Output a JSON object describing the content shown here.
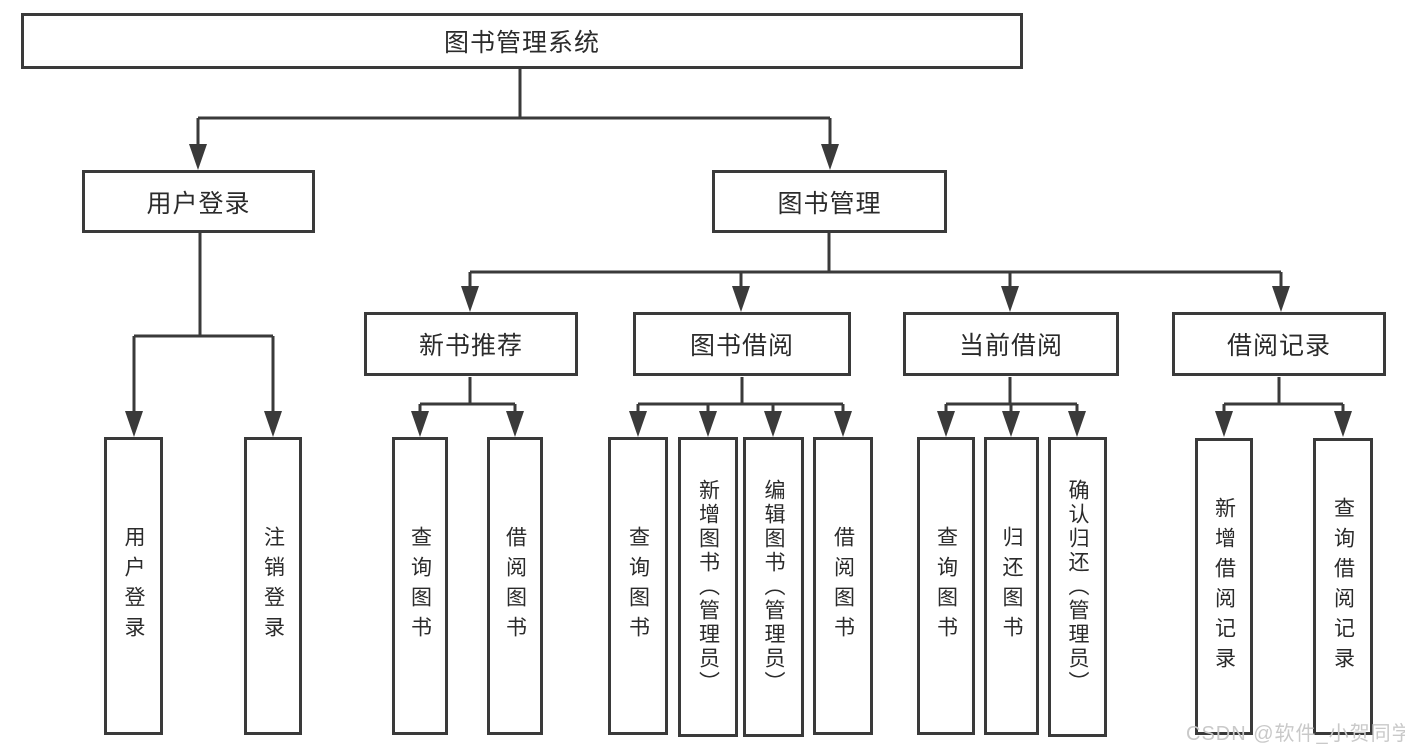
{
  "diagram": {
    "root": {
      "label": "图书管理系统"
    },
    "level2": [
      {
        "label": "用户登录"
      },
      {
        "label": "图书管理"
      }
    ],
    "level3": [
      {
        "label": "新书推荐"
      },
      {
        "label": "图书借阅"
      },
      {
        "label": "当前借阅"
      },
      {
        "label": "借阅记录"
      }
    ],
    "leafGroups": [
      {
        "parent": "用户登录",
        "children": [
          "用户登录",
          "注销登录"
        ]
      },
      {
        "parent": "新书推荐",
        "children": [
          "查询图书",
          "借阅图书"
        ]
      },
      {
        "parent": "图书借阅",
        "children": [
          "查询图书",
          "新增图书（管理员）",
          "编辑图书（管理员）",
          "借阅图书"
        ]
      },
      {
        "parent": "当前借阅",
        "children": [
          "查询图书",
          "归还图书",
          "确认归还（管理员）"
        ]
      },
      {
        "parent": "借阅记录",
        "children": [
          "新增借阅记录",
          "查询借阅记录"
        ]
      }
    ]
  },
  "watermark": "CSDN @软件_小贺同学",
  "colors": {
    "line": "#3a3a3a",
    "box_border": "#3a3a3a",
    "box_background": "#ffffff",
    "text": "#2b2b2b",
    "watermark": "#c9c9c9",
    "page_background": "#ffffff"
  }
}
